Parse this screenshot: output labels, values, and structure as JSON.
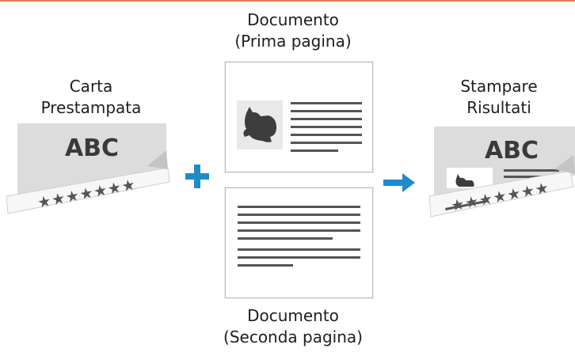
{
  "labels": {
    "preprinted_line1": "Carta",
    "preprinted_line2": "Prestampata",
    "doc_first_line1": "Documento",
    "doc_first_line2": "(Prima pagina)",
    "results_line1": "Stampare",
    "results_line2": "Risultati",
    "doc_second_line1": "Documento",
    "doc_second_line2": "(Seconda pagina)"
  },
  "graphics": {
    "preprinted_text": "ABC",
    "results_text": "ABC",
    "stars": "★★★★★★★",
    "plus_symbol": "+"
  },
  "colors": {
    "accent_blue": "#1f8bc9",
    "rule_orange": "#e07b55",
    "paper_gray": "#dcdcdc"
  },
  "icons": {
    "plus": "plus-icon",
    "arrow": "arrow-right-icon",
    "cat": "cat-image-icon"
  }
}
